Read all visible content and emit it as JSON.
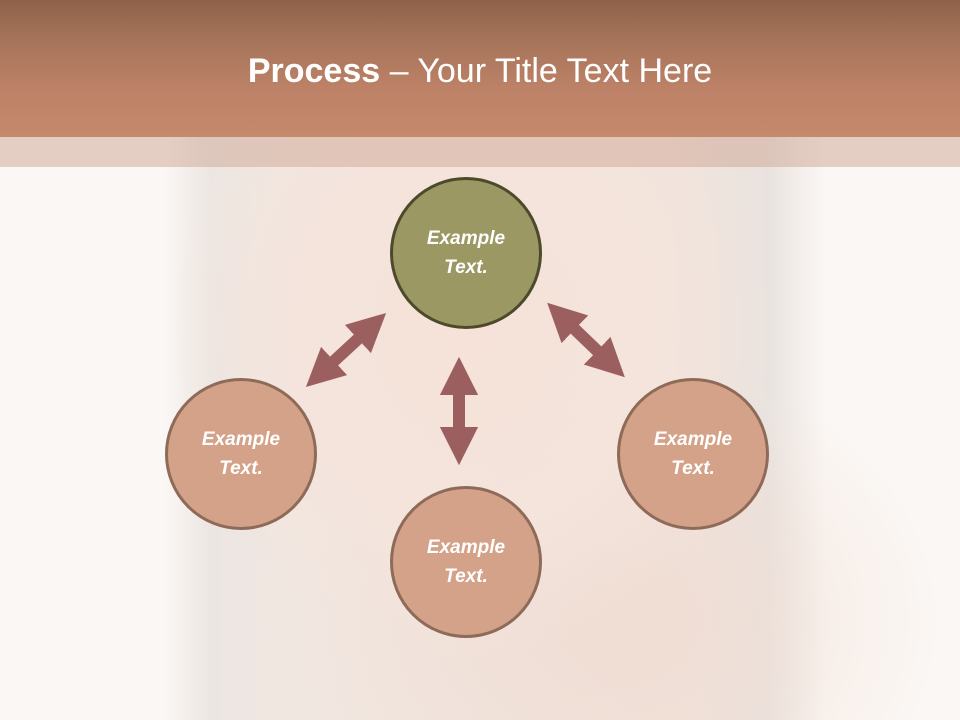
{
  "slide": {
    "title_bold": "Process",
    "title_rest": " – Your Title Text Here"
  },
  "diagram": {
    "type": "hub-and-spoke process",
    "nodes": [
      {
        "id": "top",
        "label_line1": "Example",
        "label_line2": "Text.",
        "color": "#9b9863",
        "border": "#4d4a2c"
      },
      {
        "id": "left",
        "label_line1": "Example",
        "label_line2": "Text.",
        "color": "#d4a288",
        "border": "#8e6b59"
      },
      {
        "id": "bottom",
        "label_line1": "Example",
        "label_line2": "Text.",
        "color": "#d4a288",
        "border": "#8e6b59"
      },
      {
        "id": "right",
        "label_line1": "Example",
        "label_line2": "Text.",
        "color": "#d4a288",
        "border": "#8e6b59"
      }
    ],
    "arrows": [
      {
        "from": "top",
        "to": "left",
        "style": "double-headed"
      },
      {
        "from": "top",
        "to": "bottom",
        "style": "double-headed"
      },
      {
        "from": "top",
        "to": "right",
        "style": "double-headed"
      }
    ],
    "arrow_color": "#9c5f5f"
  },
  "colors": {
    "header_top": "#8e6249",
    "header_bottom": "#c58a6c",
    "background": "#fbf6f2"
  }
}
